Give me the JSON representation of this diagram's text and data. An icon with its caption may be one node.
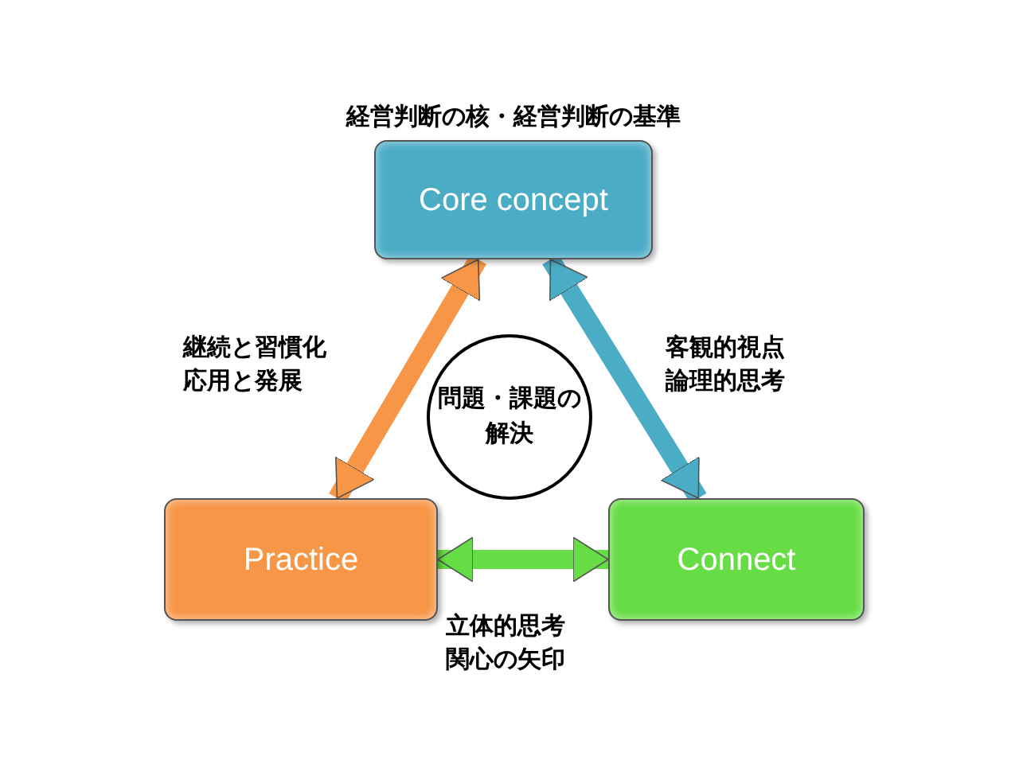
{
  "diagram": {
    "nodes": [
      {
        "text": [
          "Core concept"
        ],
        "beside": [
          "経営判断の核・経営判断の基準"
        ]
      },
      {
        "text": [
          "Practice"
        ]
      },
      {
        "text": [
          "Connect"
        ]
      },
      {
        "text": [
          "問題・課題の解決"
        ]
      }
    ],
    "edges": [
      {
        "from": 1,
        "to": 0,
        "arrow": "both",
        "label": "継続と習慣化応用と発展",
        "color": "#f79646"
      },
      {
        "from": 0,
        "to": 2,
        "arrow": "both",
        "label": "客観的視点論理的思考",
        "color": "#4bacc6"
      },
      {
        "from": 1,
        "to": 2,
        "arrow": "both",
        "label": "立体的思考関心の矢印",
        "color": "#66dd44"
      }
    ]
  }
}
